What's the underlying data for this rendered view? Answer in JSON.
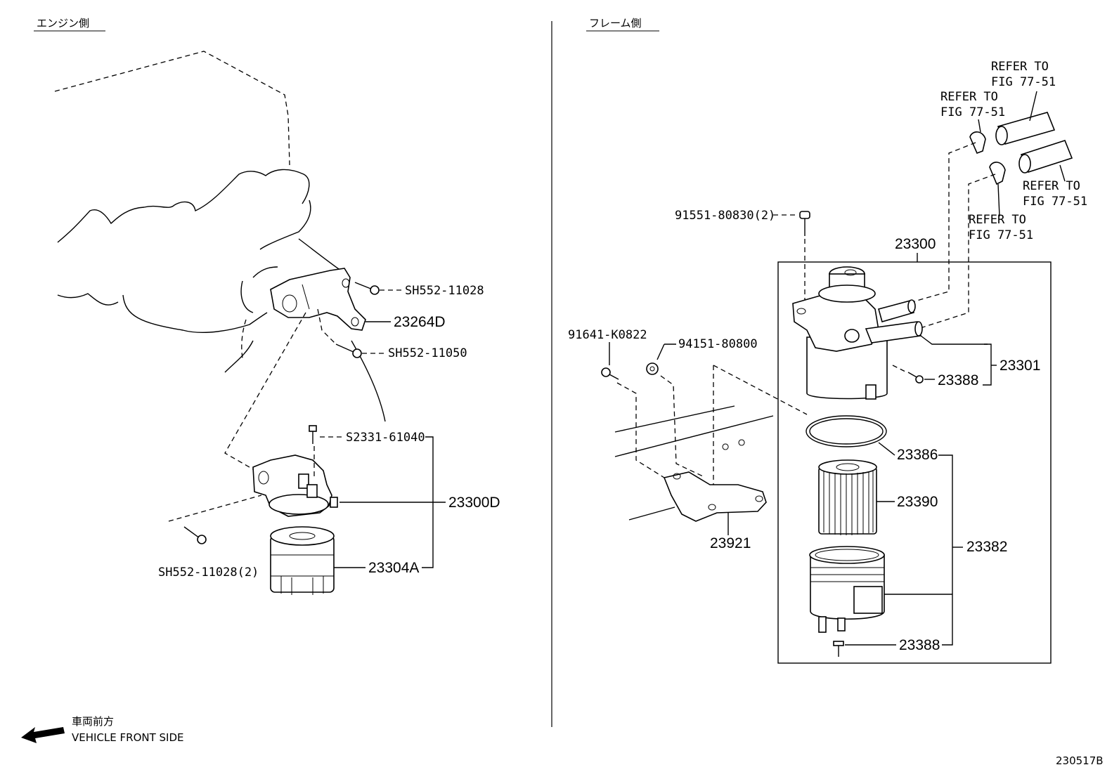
{
  "sections": {
    "engine_side": "エンジン側",
    "frame_side": "フレーム側"
  },
  "left_labels": {
    "sh552_11028": "SH552-11028",
    "p23264d": "23264D",
    "sh552_11050": "SH552-11050",
    "s2331_61040": "S2331-61040",
    "p23300d": "23300D",
    "p23304a": "23304A",
    "sh552_11028_2": "SH552-11028(2)"
  },
  "right_labels": {
    "refer1": [
      "REFER TO",
      "FIG 77-51"
    ],
    "refer2": [
      "REFER TO",
      "FIG 77-51"
    ],
    "refer3": [
      "REFER TO",
      "FIG 77-51"
    ],
    "refer4": [
      "REFER TO",
      "FIG 77-51"
    ],
    "p91551": "91551-80830(2)",
    "p23300": "23300",
    "p91641": "91641-K0822",
    "p94151": "94151-80800",
    "p23301": "23301",
    "p23388a": "23388",
    "p23386": "23386",
    "p23390": "23390",
    "p23382": "23382",
    "p23921": "23921",
    "p23388b": "23388"
  },
  "direction": {
    "jp": "車両前方",
    "en": "VEHICLE FRONT SIDE"
  },
  "figure_id": "230517B"
}
